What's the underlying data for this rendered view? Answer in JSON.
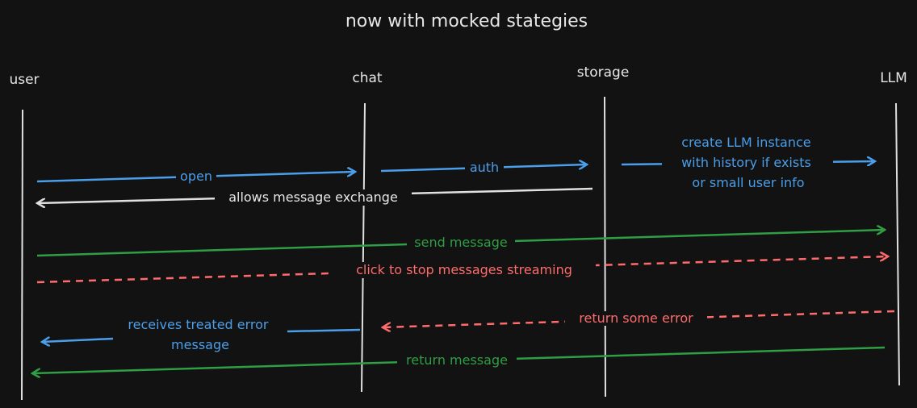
{
  "title": "now with mocked stategies",
  "actors": {
    "user": "user",
    "chat": "chat",
    "storage": "storage",
    "llm": "LLM"
  },
  "messages": {
    "open": "open",
    "auth": "auth",
    "create_llm": [
      "create LLM instance",
      "with history if exists",
      "or small user info"
    ],
    "allows_exchange": "allows message exchange",
    "send_message": "send message",
    "stop_streaming": "click to stop messages streaming",
    "return_error": "return some error",
    "receives_error": [
      "receives treated error",
      "message"
    ],
    "return_message": "return message"
  },
  "colors": {
    "background": "#121212",
    "text": "#e6e6e6",
    "lifeline": "#e0e0e0",
    "blue": "#4a9eea",
    "green": "#2f9e44",
    "red": "#ff6b6b",
    "white": "#e0e0e0"
  }
}
